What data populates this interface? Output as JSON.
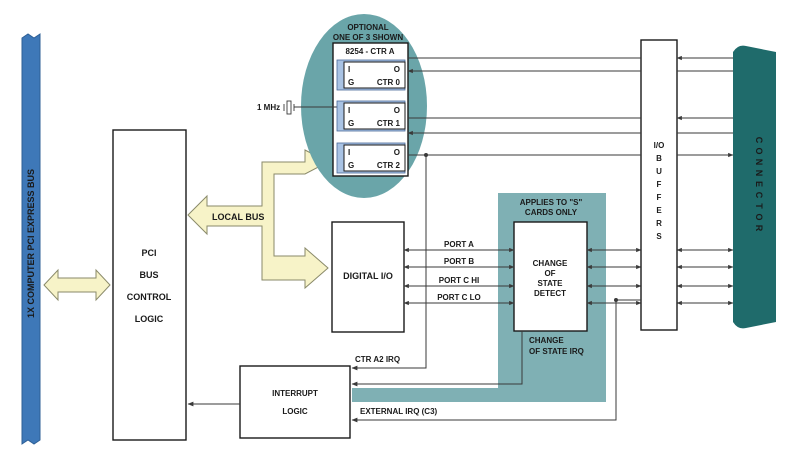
{
  "colors": {
    "bus_blue": "#3e78b8",
    "teal": "#1f6b6b",
    "teal_light": "#7fb0b4",
    "teal_oval": "#6aa5a9",
    "bus_arrow_fill": "#f7f3c8",
    "counter_blue": "#a9c3e4",
    "line": "#3a3a3a"
  },
  "labels": {
    "pci_express_bus": "1X COMPUTER PCI EXPRESS BUS",
    "pci_line1": "PCI",
    "pci_line2": "BUS",
    "pci_line3": "CONTROL",
    "pci_line4": "LOGIC",
    "optional_line1": "OPTIONAL",
    "optional_line2": "ONE OF 3 SHOWN",
    "ctr_block_title": "8254 - CTR A",
    "clock": "1 MHz",
    "local_bus": "LOCAL BUS",
    "digital_io": "DIGITAL I/O",
    "applies_line1": "APPLIES TO \"S\"",
    "applies_line2": "CARDS ONLY",
    "cos_line1": "CHANGE",
    "cos_line2": "OF",
    "cos_line3": "STATE",
    "cos_line4": "DETECT",
    "cos_irq_line1": "CHANGE",
    "cos_irq_line2": "OF STATE IRQ",
    "ctr_a2_irq": "CTR A2 IRQ",
    "interrupt_line1": "INTERRUPT",
    "interrupt_line2": "LOGIC",
    "external_irq": "EXTERNAL IRQ (C3)",
    "io_buffers": [
      "I/O",
      "B",
      "U",
      "F",
      "F",
      "E",
      "R",
      "S"
    ],
    "connector": [
      "C",
      "O",
      "N",
      "N",
      "E",
      "C",
      "T",
      "O",
      "R"
    ]
  },
  "counters": [
    {
      "in": "I",
      "gate": "G",
      "out": "O",
      "name": "CTR 0"
    },
    {
      "in": "I",
      "gate": "G",
      "out": "O",
      "name": "CTR 1"
    },
    {
      "in": "I",
      "gate": "G",
      "out": "O",
      "name": "CTR 2"
    }
  ],
  "ports": [
    {
      "name": "PORT A"
    },
    {
      "name": "PORT B"
    },
    {
      "name": "PORT C HI"
    },
    {
      "name": "PORT C LO"
    }
  ]
}
